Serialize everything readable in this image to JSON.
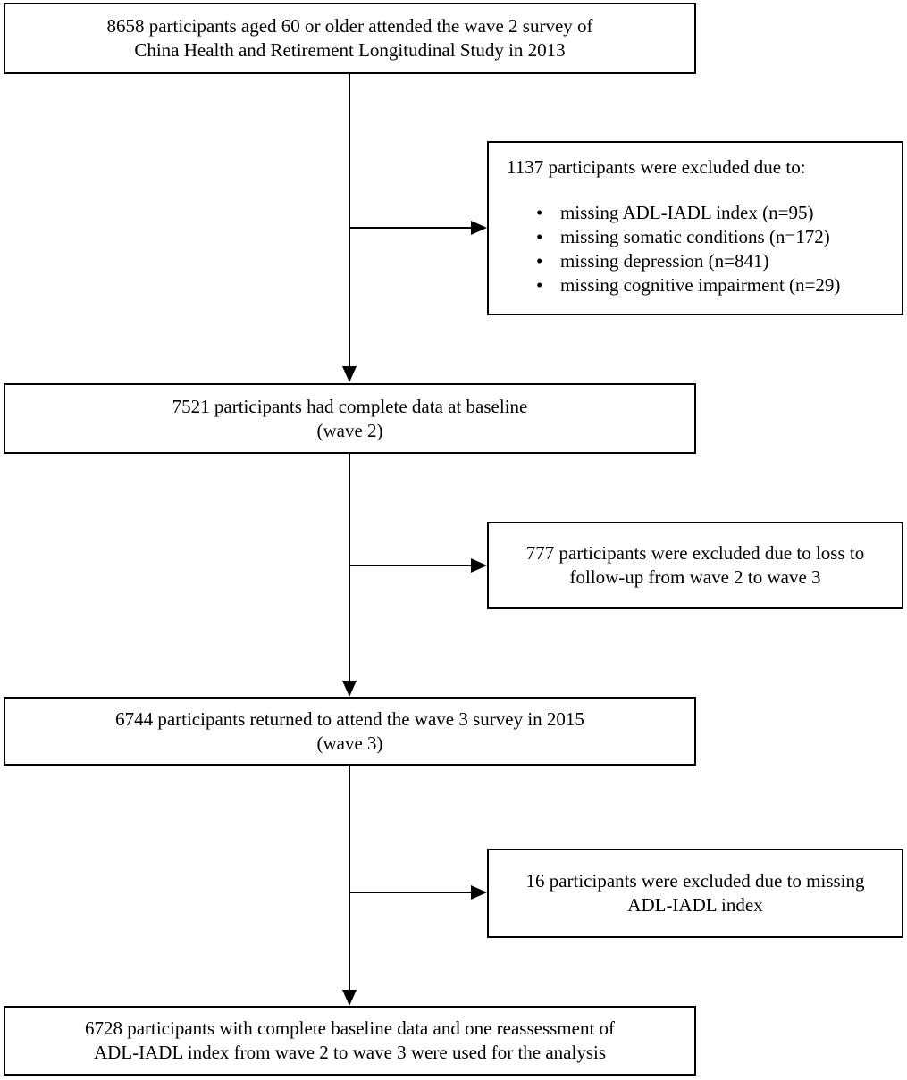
{
  "flowchart": {
    "enrolled": {
      "lines": [
        "8658 participants aged 60 or older attended the wave 2 survey of",
        "China Health and Retirement Longitudinal Study in 2013"
      ]
    },
    "exclusion_1": {
      "heading": "1137 participants were excluded due to:",
      "items": [
        "missing ADL-IADL index (n=95)",
        "missing somatic conditions (n=172)",
        "missing depression (n=841)",
        "missing cognitive impairment (n=29)"
      ]
    },
    "baseline": {
      "lines": [
        "7521 participants had complete data at baseline",
        "(wave 2)"
      ]
    },
    "exclusion_2": {
      "lines": [
        "777 participants were excluded due to loss to",
        "follow-up from wave 2 to wave 3"
      ]
    },
    "wave3": {
      "lines": [
        "6744 participants returned to attend the wave 3 survey in 2015",
        "(wave 3)"
      ]
    },
    "exclusion_3": {
      "lines": [
        "16 participants were excluded due to missing",
        "ADL-IADL index"
      ]
    },
    "final": {
      "lines": [
        "6728 participants with complete baseline data and one reassessment of",
        "ADL-IADL index from wave 2 to wave 3 were used for the analysis"
      ]
    }
  }
}
